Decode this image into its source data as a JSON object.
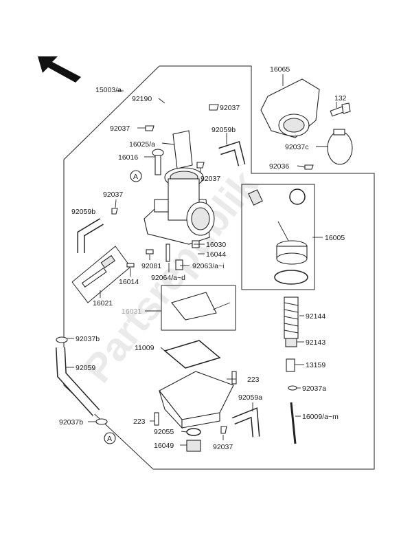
{
  "diagram": {
    "watermark": "Partsrepublik",
    "callout_marker": "A",
    "labels": {
      "l15003a": "15003/a",
      "l92190": "92190",
      "l92037_top": "92037",
      "l92037_left": "92037",
      "l16025a": "16025/a",
      "l92059b_right": "92059b",
      "l16016": "16016",
      "l92037_mid": "92037",
      "l92037_left2": "92037",
      "l92059b_left": "92059b",
      "l16065": "16065",
      "l132": "132",
      "l92037c": "92037c",
      "l92036": "92036",
      "l16005": "16005",
      "l16030": "16030",
      "l16044": "16044",
      "l92081": "92081",
      "l92063": "92063/a~i",
      "l16014": "16014",
      "l92064": "92064/a~d",
      "l16021": "16021",
      "l16031": "16031",
      "l92144": "92144",
      "l92037b_top": "92037b",
      "l92143": "92143",
      "l11009": "11009",
      "l92059": "92059",
      "l13159": "13159",
      "l223_right": "223",
      "l92037a": "92037a",
      "l92059a": "92059a",
      "l16009": "16009/a~m",
      "l223_left": "223",
      "l92037b_bottom": "92037b",
      "l92055": "92055",
      "l16049": "16049",
      "l92037_bottom": "92037"
    }
  }
}
